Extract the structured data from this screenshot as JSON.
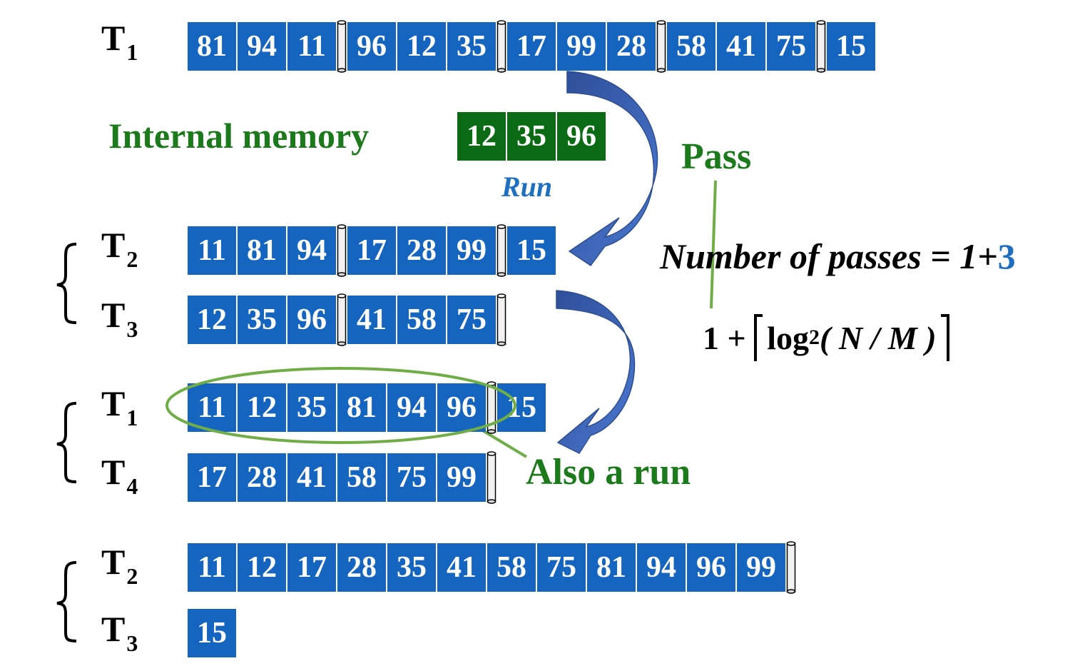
{
  "rows": [
    {
      "id": "t1-initial",
      "tape": "T",
      "sub": "1",
      "values": [
        "81",
        "94",
        "11",
        "96",
        "12",
        "35",
        "17",
        "99",
        "28",
        "58",
        "41",
        "75",
        "15"
      ],
      "run_ends": [
        3,
        6,
        9,
        12
      ]
    },
    {
      "id": "t2-pass1",
      "tape": "T",
      "sub": "2",
      "values": [
        "11",
        "81",
        "94",
        "17",
        "28",
        "99",
        "15"
      ],
      "run_ends": [
        3,
        6
      ]
    },
    {
      "id": "t3-pass1",
      "tape": "T",
      "sub": "3",
      "values": [
        "12",
        "35",
        "96",
        "41",
        "58",
        "75"
      ],
      "run_ends": [
        3,
        6
      ]
    },
    {
      "id": "t1-pass2",
      "tape": "T",
      "sub": "1",
      "values": [
        "11",
        "12",
        "35",
        "81",
        "94",
        "96",
        "15"
      ],
      "run_ends": [
        6
      ]
    },
    {
      "id": "t4-pass2",
      "tape": "T",
      "sub": "4",
      "values": [
        "17",
        "28",
        "41",
        "58",
        "75",
        "99"
      ],
      "run_ends": [
        6
      ]
    },
    {
      "id": "t2-pass3",
      "tape": "T",
      "sub": "2",
      "values": [
        "11",
        "12",
        "17",
        "28",
        "35",
        "41",
        "58",
        "75",
        "81",
        "94",
        "96",
        "99"
      ],
      "run_ends": [
        12
      ]
    },
    {
      "id": "t3-pass3",
      "tape": "T",
      "sub": "3",
      "values": [
        "15"
      ],
      "run_ends": []
    }
  ],
  "internal_memory": {
    "label": "Internal memory",
    "values": [
      "12",
      "35",
      "96"
    ],
    "run_label": "Run"
  },
  "annotations": {
    "pass_label": "Pass",
    "passes_text": "Number of passes = 1+",
    "passes_value": "3",
    "formula_prefix": "1 + ",
    "formula_log": "log",
    "formula_base": "2",
    "formula_arg": "( N / M )",
    "also_run_label": "Also a run"
  },
  "colors": {
    "cell_blue": "#1565C0",
    "memory_green": "#0B6B14",
    "text_green": "#1C7A1C",
    "arrow_blue": "#3B64B8",
    "ellipse_green": "#70AD47",
    "highlight_blue": "#1E6FC0"
  }
}
